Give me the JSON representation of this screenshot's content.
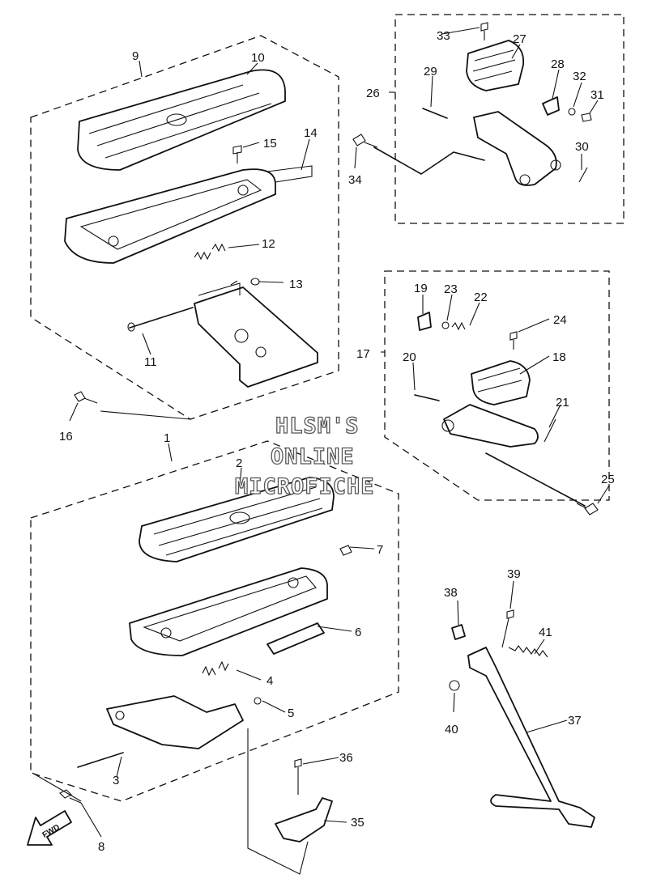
{
  "watermark": [
    "HLSM'S",
    "ONLINE",
    "MICROFICHE"
  ],
  "direction_label": "FWD",
  "callouts": [
    "1",
    "2",
    "3",
    "4",
    "5",
    "6",
    "7",
    "8",
    "9",
    "10",
    "11",
    "12",
    "13",
    "14",
    "15",
    "16",
    "17",
    "18",
    "19",
    "20",
    "21",
    "22",
    "23",
    "24",
    "25",
    "26",
    "27",
    "28",
    "29",
    "30",
    "31",
    "32",
    "33",
    "34",
    "35",
    "36",
    "37",
    "38",
    "39",
    "40",
    "41"
  ]
}
